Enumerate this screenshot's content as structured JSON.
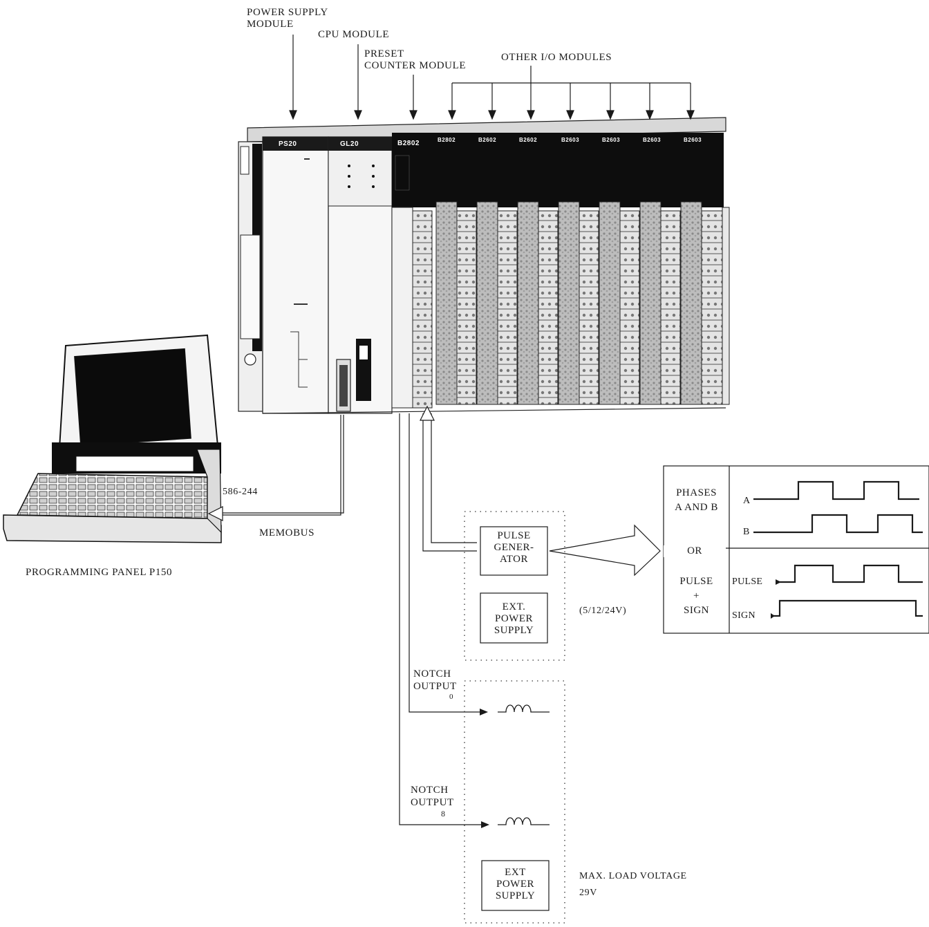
{
  "labels": {
    "power_supply_module": [
      "POWER SUPPLY",
      "MODULE"
    ],
    "cpu_module": "CPU MODULE",
    "preset_counter_module": [
      "PRESET",
      "COUNTER MODULE"
    ],
    "other_io_modules": "OTHER I/O MODULES",
    "part_number": "586-244",
    "memobus": "MEMOBUS",
    "programming_panel": "PROGRAMMING PANEL P150",
    "voltage_range": "(5/12/24V)",
    "max_load_voltage": [
      "MAX. LOAD VOLTAGE",
      "29V"
    ]
  },
  "module_labels": {
    "ps": "PS20",
    "cpu": "GL20",
    "counter": "B2802",
    "io": [
      "B2802",
      "B2602",
      "B2602",
      "B2603",
      "B2603",
      "B2603",
      "B2603"
    ]
  },
  "boxes": {
    "pulse_generator": [
      "PULSE",
      "GENER-",
      "ATOR"
    ],
    "ext_power_supply_1": [
      "EXT.",
      "POWER",
      "SUPPLY"
    ],
    "ext_power_supply_2": [
      "EXT",
      "POWER",
      "SUPPLY"
    ]
  },
  "notch_outputs": [
    {
      "label": [
        "NOTCH",
        "OUTPUT"
      ],
      "index": "0"
    },
    {
      "label": [
        "NOTCH",
        "OUTPUT"
      ],
      "index": "8"
    }
  ],
  "signal_table": {
    "row1_mode": [
      "PHASES",
      "A AND B"
    ],
    "separator": "OR",
    "row2_mode": [
      "PULSE",
      "+",
      "SIGN"
    ],
    "signals": {
      "a": "A",
      "b": "B",
      "pulse": "PULSE",
      "sign": "SIGN"
    }
  },
  "colors": {
    "ink": "#1a1a1a",
    "paper": "#ffffff",
    "panel_dark": "#0d0d0d",
    "module_gray": "#cfcfcf"
  }
}
